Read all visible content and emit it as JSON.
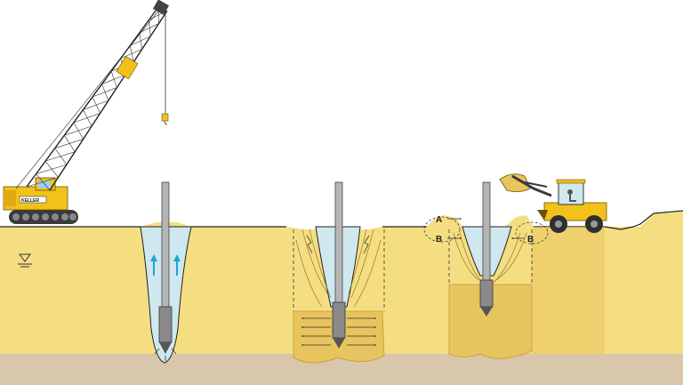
{
  "diagram": {
    "crane": {
      "logo_text": "KELLER"
    },
    "stage_3": {
      "label_a": "A",
      "label_b_left": "B",
      "label_b_right": "B"
    },
    "colors": {
      "soil": "#f5de82",
      "bedrock": "#d8c7aa",
      "water": "#cfe8f0",
      "compacted": "#e8c45e",
      "machine_yellow": "#f2c21b",
      "arrow_blue": "#1aa6d6"
    }
  }
}
